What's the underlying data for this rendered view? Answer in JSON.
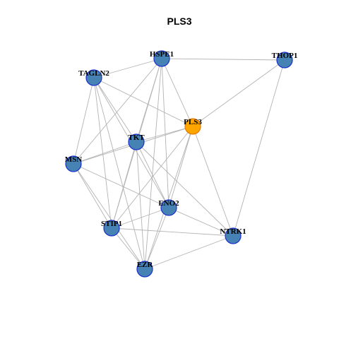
{
  "title": "PLS3",
  "colors": {
    "background": "#ffffff",
    "edge": "#b3b3b3",
    "node_fill": "#4682b4",
    "node_stroke": "#1a2fcc",
    "highlight_fill": "#ffa500",
    "highlight_stroke": "#e07b00"
  },
  "nodes": [
    {
      "id": "PLS3",
      "label": "PLS3",
      "highlight": true
    },
    {
      "id": "HSPE1",
      "label": "HSPE1",
      "highlight": false
    },
    {
      "id": "THOP1",
      "label": "THOP1",
      "highlight": false
    },
    {
      "id": "TAGLN2",
      "label": "TAGLN2",
      "highlight": false
    },
    {
      "id": "TKT",
      "label": "TKT",
      "highlight": false
    },
    {
      "id": "MSN",
      "label": "MSN",
      "highlight": false
    },
    {
      "id": "ENO2",
      "label": "ENO2",
      "highlight": false
    },
    {
      "id": "STIP1",
      "label": "STIP1",
      "highlight": false
    },
    {
      "id": "NTRK1",
      "label": "NTRK1",
      "highlight": false
    },
    {
      "id": "EZR",
      "label": "EZR",
      "highlight": false
    }
  ],
  "edges": [
    [
      "HSPE1",
      "THOP1"
    ],
    [
      "HSPE1",
      "TAGLN2"
    ],
    [
      "HSPE1",
      "MSN"
    ],
    [
      "HSPE1",
      "TKT"
    ],
    [
      "HSPE1",
      "STIP1"
    ],
    [
      "HSPE1",
      "EZR"
    ],
    [
      "HSPE1",
      "ENO2"
    ],
    [
      "HSPE1",
      "PLS3"
    ],
    [
      "THOP1",
      "PLS3"
    ],
    [
      "THOP1",
      "NTRK1"
    ],
    [
      "TAGLN2",
      "PLS3"
    ],
    [
      "TAGLN2",
      "MSN"
    ],
    [
      "TAGLN2",
      "TKT"
    ],
    [
      "TAGLN2",
      "STIP1"
    ],
    [
      "TAGLN2",
      "EZR"
    ],
    [
      "TAGLN2",
      "ENO2"
    ],
    [
      "PLS3",
      "TKT"
    ],
    [
      "PLS3",
      "MSN"
    ],
    [
      "PLS3",
      "STIP1"
    ],
    [
      "PLS3",
      "ENO2"
    ],
    [
      "PLS3",
      "EZR"
    ],
    [
      "PLS3",
      "NTRK1"
    ],
    [
      "TKT",
      "MSN"
    ],
    [
      "TKT",
      "STIP1"
    ],
    [
      "TKT",
      "EZR"
    ],
    [
      "TKT",
      "ENO2"
    ],
    [
      "TKT",
      "NTRK1"
    ],
    [
      "MSN",
      "STIP1"
    ],
    [
      "MSN",
      "EZR"
    ],
    [
      "MSN",
      "ENO2"
    ],
    [
      "STIP1",
      "ENO2"
    ],
    [
      "STIP1",
      "EZR"
    ],
    [
      "STIP1",
      "NTRK1"
    ],
    [
      "ENO2",
      "EZR"
    ],
    [
      "ENO2",
      "NTRK1"
    ],
    [
      "EZR",
      "NTRK1"
    ]
  ]
}
